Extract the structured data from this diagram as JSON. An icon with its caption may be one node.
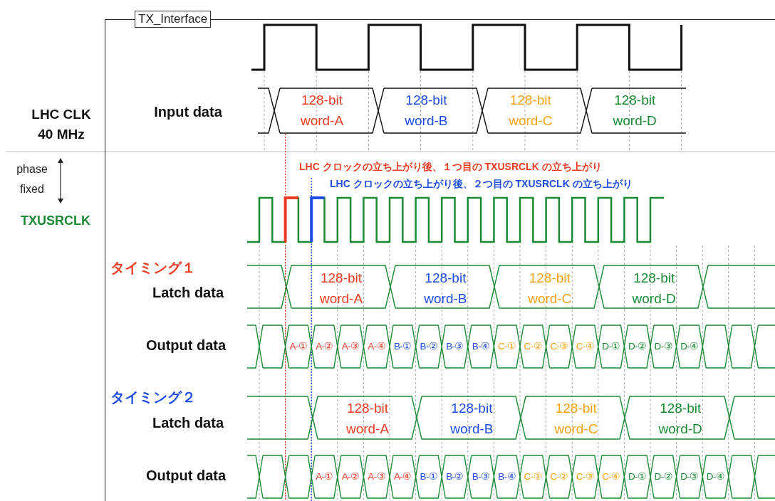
{
  "diagram": {
    "nodes": [
      {
        "text": [
          "TX_Interface"
        ]
      }
    ],
    "labels": [
      "LHC CLK 40 MHz",
      "Input data",
      "128-bit word-A",
      "128-bit word-B",
      "128-bit word-C",
      "128-bit word-D",
      "phase fixed",
      "LHC クロックの立ち上がり後、１つ目の TXUSRCLK の立ち上がり",
      "LHC クロックの立ち上がり後、２つ目の TXUSRCLK の立ち上がり",
      "TXUSRCLK",
      "タイミング１",
      "Latch data",
      "128-bit word-A",
      "128-bit word-B",
      "128-bit word-C",
      "128-bit word-D",
      "Output data",
      "A-①",
      "A-②",
      "A-③",
      "A-④",
      "B-①",
      "B-②",
      "B-③",
      "B-④",
      "C-①",
      "C-②",
      "C-③",
      "C-④",
      "D-①",
      "D-②",
      "D-③",
      "D-④",
      "タイミング２",
      "Latch data",
      "128-bit word-A",
      "128-bit word-B",
      "128-bit word-C",
      "128-bit word-D",
      "Output data",
      "A-①",
      "A-②",
      "A-③",
      "A-④",
      "B-①",
      "B-②",
      "B-③",
      "B-④",
      "C-①",
      "C-②",
      "C-③",
      "C-④",
      "D-①",
      "D-②",
      "D-③",
      "D-④"
    ]
  }
}
